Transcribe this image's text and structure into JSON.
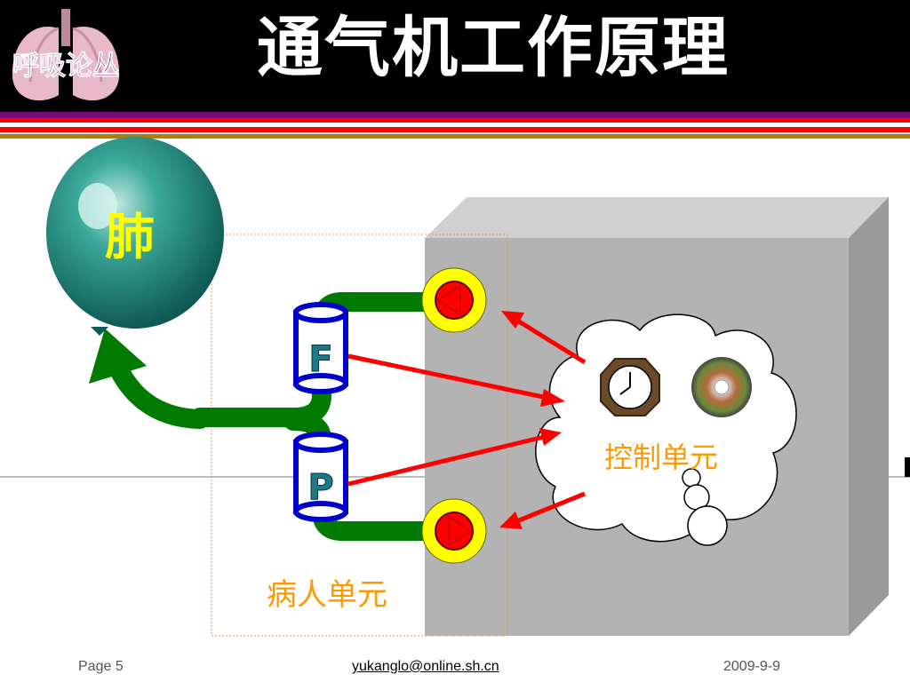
{
  "header": {
    "title": "通气机工作原理",
    "logo_text": "呼吸论丛"
  },
  "diagram": {
    "lung_label": "肺",
    "control_unit_label": "控制单元",
    "patient_unit_label": "病人单元",
    "flow_sensor_label": "F",
    "pressure_sensor_label": "P",
    "icons": [
      "lung-balloon-icon",
      "clock-icon",
      "disc-icon",
      "valve-icon"
    ]
  },
  "footer": {
    "page": "Page 5",
    "email": "yukanglo@online.sh.cn",
    "date": "2009-9-9"
  },
  "colors": {
    "header_bg": "#000000",
    "tube_green": "#007a00",
    "arrow_red": "#ff0000",
    "sensor_blue": "#0000cc",
    "valve_yellow": "#ffff00",
    "box_gray": "#b3b3b3",
    "label_orange": "#ff9900"
  }
}
